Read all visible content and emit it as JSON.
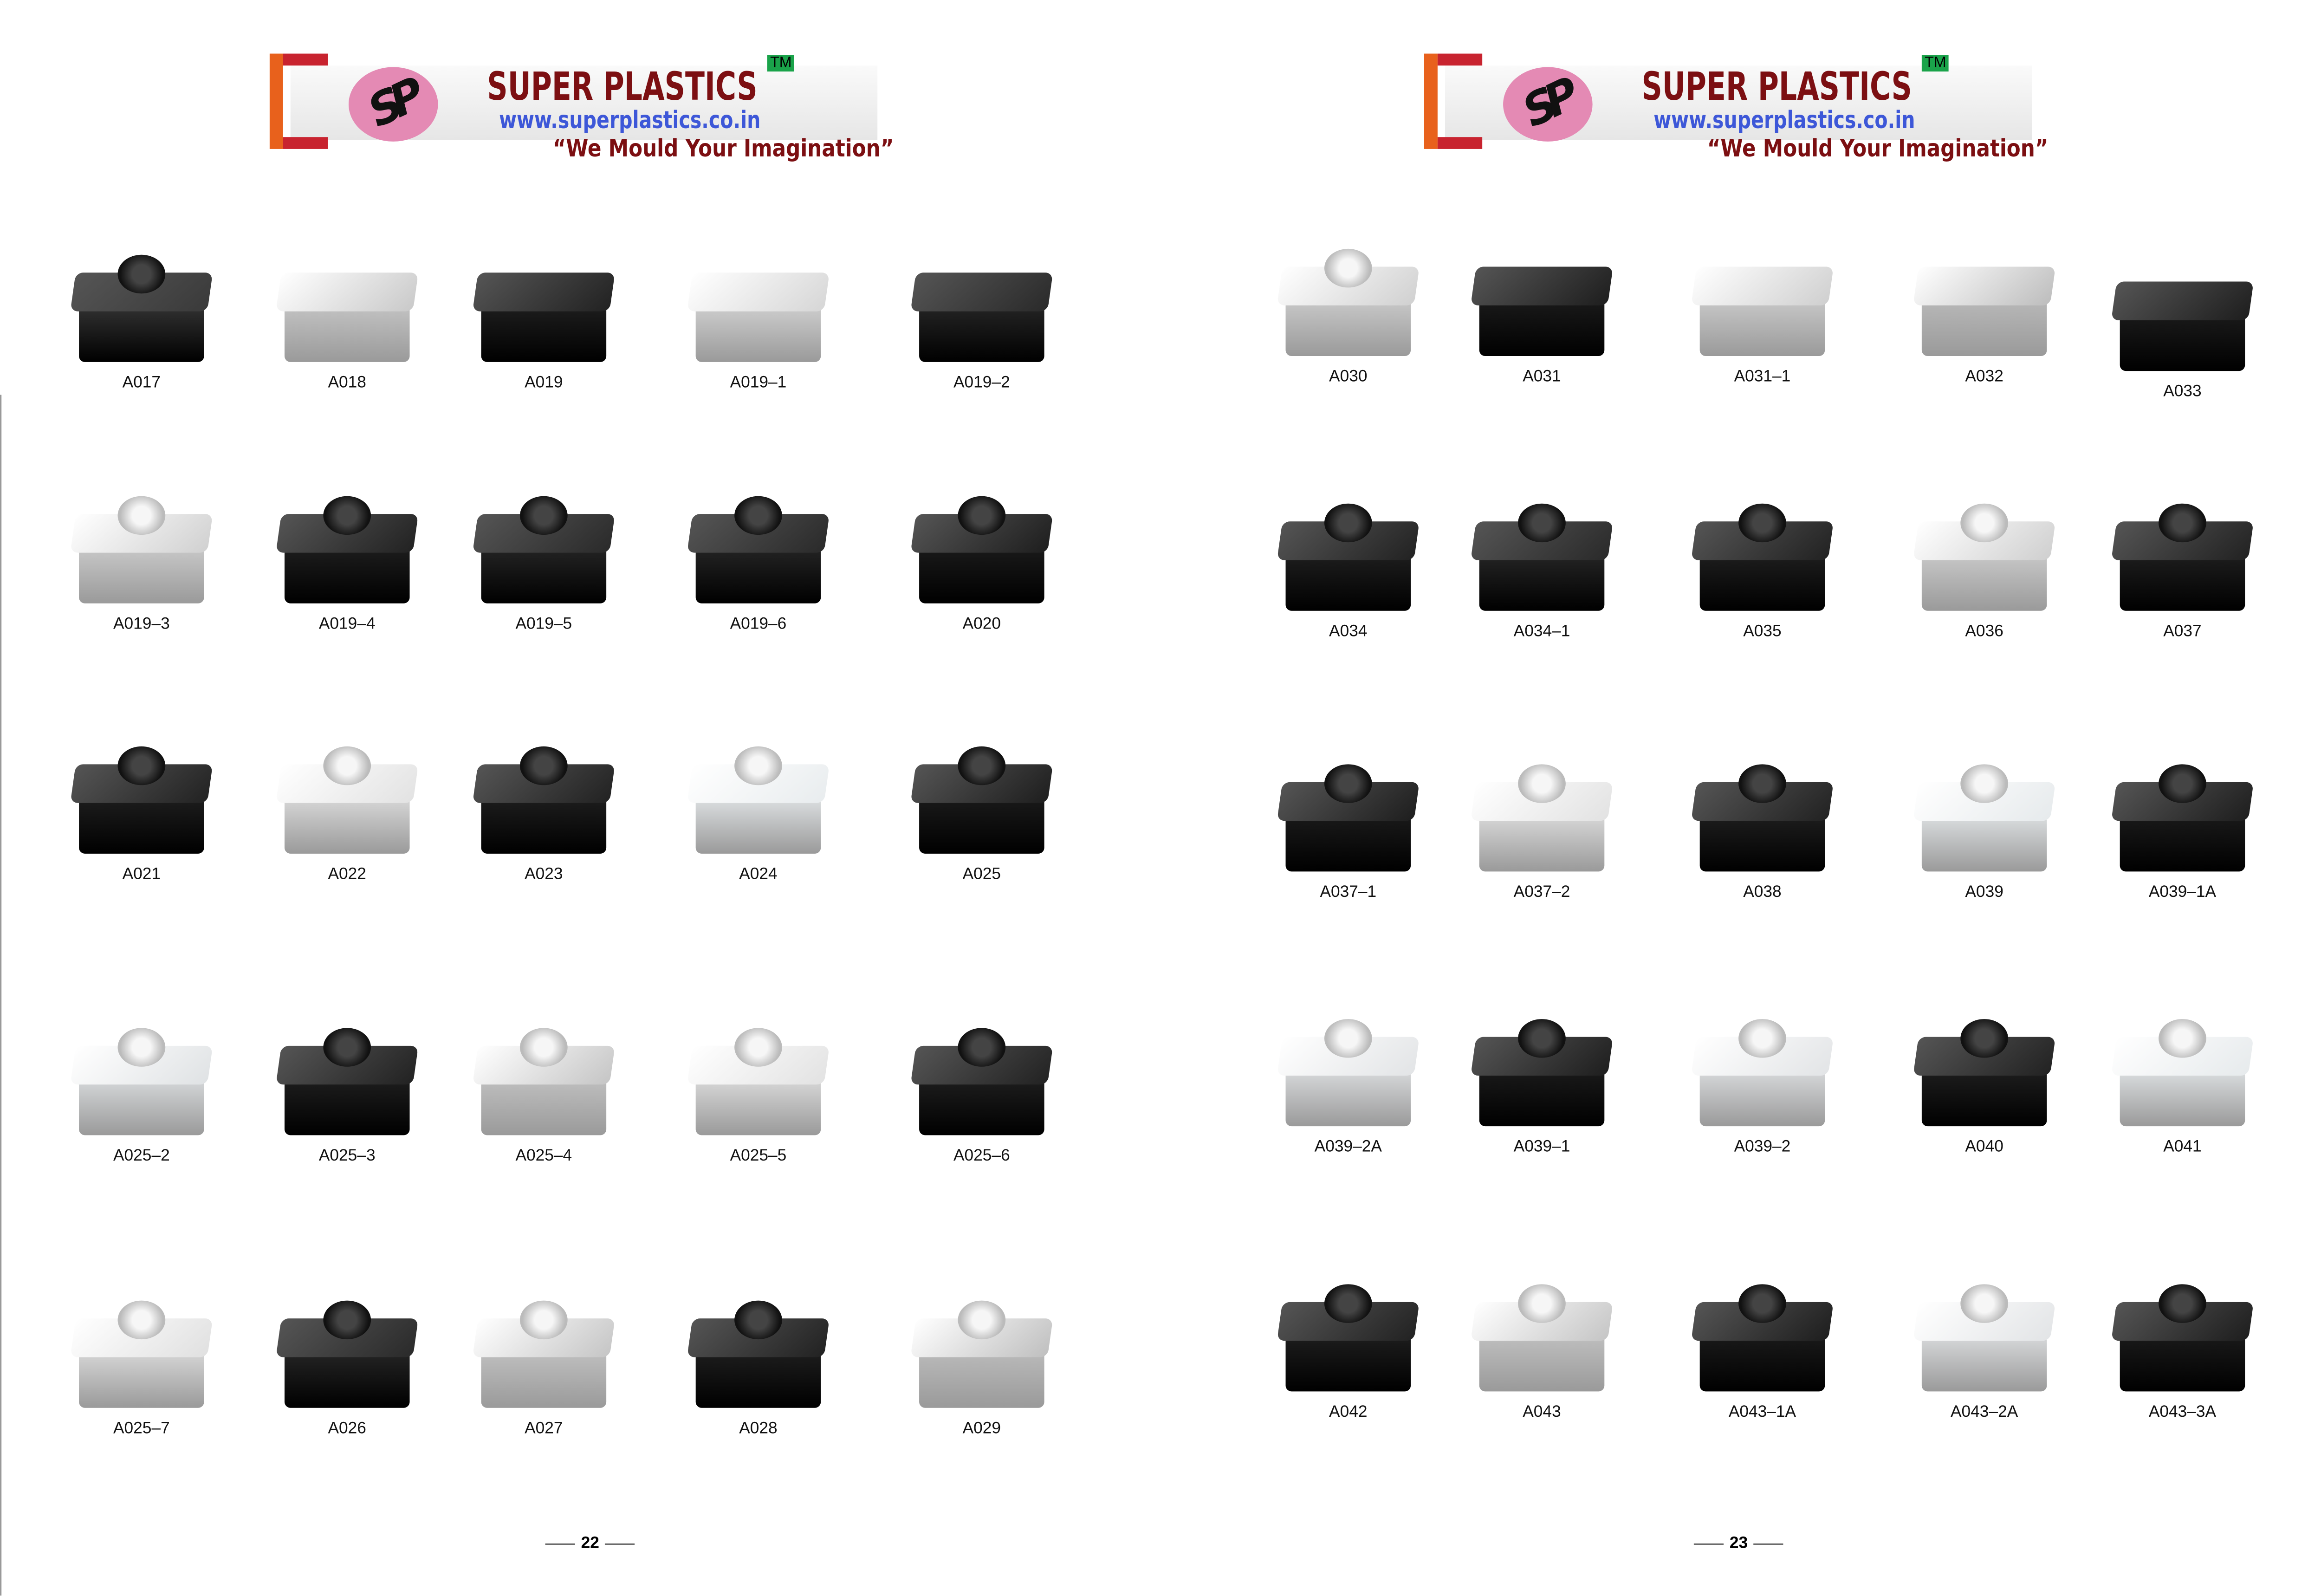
{
  "pages": [
    {
      "brand": {
        "name": "SUPER PLASTICS",
        "tm": "TM",
        "url": "www.superplastics.co.in",
        "tagline": "“We Mould Your Imagination”",
        "monogram": "SP"
      },
      "page_number": "22",
      "products": [
        {
          "code": "A017",
          "finish": "#3a3a3a"
        },
        {
          "code": "A018",
          "finish": "#c9c9c9"
        },
        {
          "code": "A019",
          "finish": "#222222"
        },
        {
          "code": "A019–1",
          "finish": "#d6d6d6"
        },
        {
          "code": "A019–2",
          "finish": "#2a2a2a"
        },
        {
          "code": "A019–3",
          "finish": "#d0d0d0"
        },
        {
          "code": "A019–4",
          "finish": "#222222"
        },
        {
          "code": "A019–5",
          "finish": "#2a2a2a"
        },
        {
          "code": "A019–6",
          "finish": "#2a2a2a"
        },
        {
          "code": "A020",
          "finish": "#1e1e1e"
        },
        {
          "code": "A021",
          "finish": "#222222"
        },
        {
          "code": "A022",
          "finish": "#e2e2e2"
        },
        {
          "code": "A023",
          "finish": "#222222"
        },
        {
          "code": "A024",
          "finish": "#e8ecee"
        },
        {
          "code": "A025",
          "finish": "#1e1e1e"
        },
        {
          "code": "A025–2",
          "finish": "#dfe2e4"
        },
        {
          "code": "A025–3",
          "finish": "#222222"
        },
        {
          "code": "A025–4",
          "finish": "#c5c5c5"
        },
        {
          "code": "A025–5",
          "finish": "#e2e2e2"
        },
        {
          "code": "A025–6",
          "finish": "#222222"
        },
        {
          "code": "A025–7",
          "finish": "#e0e0e0"
        },
        {
          "code": "A026",
          "finish": "#2a2a2a"
        },
        {
          "code": "A027",
          "finish": "#c5c5c5"
        },
        {
          "code": "A028",
          "finish": "#222222"
        },
        {
          "code": "A029",
          "finish": "#bfbfbf"
        }
      ]
    },
    {
      "brand": {
        "name": "SUPER PLASTICS",
        "tm": "TM",
        "url": "www.superplastics.co.in",
        "tagline": "“We Mould Your Imagination”",
        "monogram": "SP"
      },
      "page_number": "23",
      "products": [
        {
          "code": "A030",
          "finish": "#d0d0d0"
        },
        {
          "code": "A031",
          "finish": "#1e1e1e"
        },
        {
          "code": "A031–1",
          "finish": "#cfcfcf"
        },
        {
          "code": "A032",
          "finish": "#bdbdbd"
        },
        {
          "code": "A033",
          "finish": "#1e1e1e"
        },
        {
          "code": "A034",
          "finish": "#222222"
        },
        {
          "code": "A034–1",
          "finish": "#2a2a2a"
        },
        {
          "code": "A035",
          "finish": "#222222"
        },
        {
          "code": "A036",
          "finish": "#cfcfcf"
        },
        {
          "code": "A037",
          "finish": "#222222"
        },
        {
          "code": "A037–1",
          "finish": "#1e1e1e"
        },
        {
          "code": "A037–2",
          "finish": "#e2e2e2"
        },
        {
          "code": "A038",
          "finish": "#222222"
        },
        {
          "code": "A039",
          "finish": "#e6eaec"
        },
        {
          "code": "A039–1A",
          "finish": "#1e1e1e"
        },
        {
          "code": "A039–2A",
          "finish": "#e2e4e6"
        },
        {
          "code": "A039–1",
          "finish": "#1e1e1e"
        },
        {
          "code": "A039–2",
          "finish": "#e2e4e6"
        },
        {
          "code": "A040",
          "finish": "#222222"
        },
        {
          "code": "A041",
          "finish": "#e6eaec"
        },
        {
          "code": "A042",
          "finish": "#222222"
        },
        {
          "code": "A043",
          "finish": "#c5c5c5"
        },
        {
          "code": "A043–1A",
          "finish": "#1e1e1e"
        },
        {
          "code": "A043–2A",
          "finish": "#e2e4e6"
        },
        {
          "code": "A043–3A",
          "finish": "#1e1e1e"
        }
      ]
    }
  ]
}
